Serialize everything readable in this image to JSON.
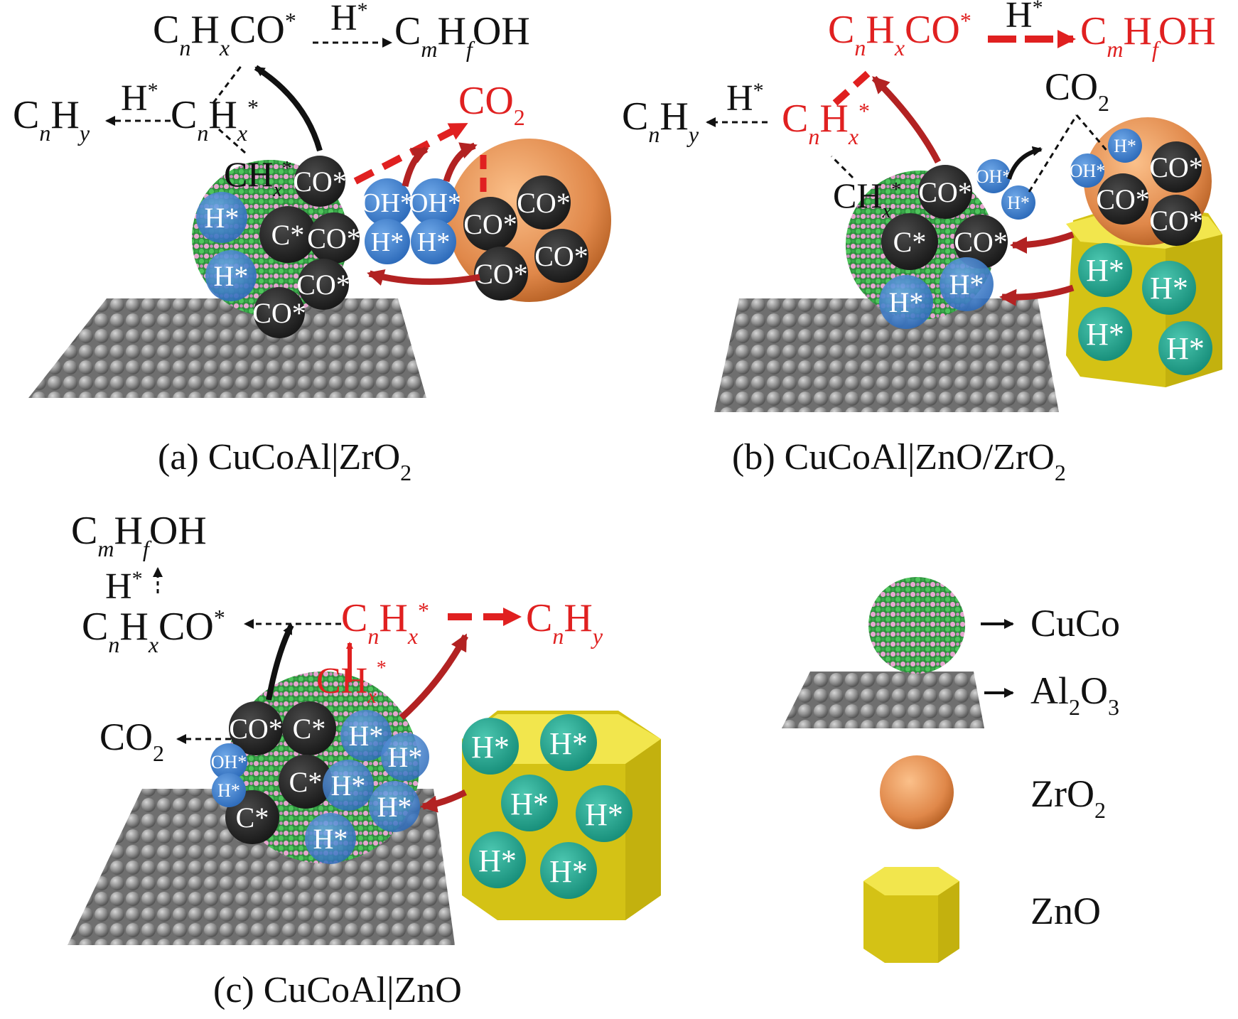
{
  "panels": {
    "a": {
      "caption": "(a) CuCoAl|ZrO",
      "caption_sub": "2",
      "labels": {
        "cnhxco": [
          "C",
          "n",
          "H",
          "x",
          "CO",
          "*"
        ],
        "h_top": [
          "H",
          "*"
        ],
        "cmhfoh": [
          "C",
          "m",
          "H",
          "f",
          "OH"
        ],
        "cnhy": [
          "C",
          "n",
          "H",
          "y"
        ],
        "h_left": [
          "H",
          "*"
        ],
        "cnhx": [
          "C",
          "n",
          "H",
          "x",
          "*"
        ],
        "co2": [
          "CO",
          "2"
        ],
        "chx": [
          "CH",
          "x",
          "*"
        ]
      },
      "cucco_species": [
        "CO*",
        "C*",
        "CO*",
        "CO*",
        "CO*"
      ],
      "cucco_h": [
        "H*",
        "H*"
      ],
      "oh_h": [
        "OH*",
        "OH*",
        "H*",
        "H*"
      ],
      "zro2_species": [
        "CO*",
        "CO*",
        "CO*",
        "CO*"
      ]
    },
    "b": {
      "caption": "(b) CuCoAl|ZnO/ZrO",
      "caption_sub": "2",
      "labels": {
        "cnhxco": [
          "C",
          "n",
          "H",
          "x",
          "CO",
          "*"
        ],
        "h_top": [
          "H",
          "*"
        ],
        "cmhfoh": [
          "C",
          "m",
          "H",
          "f",
          "OH"
        ],
        "cnhy": [
          "C",
          "n",
          "H",
          "y"
        ],
        "h_left": [
          "H",
          "*"
        ],
        "cnhx": [
          "C",
          "n",
          "H",
          "x",
          "*"
        ],
        "co2": [
          "CO",
          "2"
        ],
        "chx": [
          "CH",
          "x",
          "*"
        ]
      },
      "cucco_species": [
        "CO*",
        "C*",
        "CO*"
      ],
      "cucco_h": [
        "H*",
        "H*"
      ],
      "oh_h": [
        "OH*",
        "H*",
        "OH*",
        "H*"
      ],
      "zro2_species": [
        "CO*",
        "CO*",
        "CO*"
      ],
      "zno_h": [
        "H*",
        "H*",
        "H*",
        "H*"
      ]
    },
    "c": {
      "caption": "(c) CuCoAl|ZnO",
      "labels": {
        "cmhfoh": [
          "C",
          "m",
          "H",
          "f",
          "OH"
        ],
        "h_up": [
          "H",
          "*"
        ],
        "cnhxco": [
          "C",
          "n",
          "H",
          "x",
          "CO",
          "*"
        ],
        "cnhx": [
          "C",
          "n",
          "H",
          "x",
          "*"
        ],
        "cnhy": [
          "C",
          "n",
          "H",
          "y"
        ],
        "chx": [
          "CH",
          "x",
          "*"
        ],
        "co2": [
          "CO",
          "2"
        ]
      },
      "cucco_species": [
        "CO*",
        "C*",
        "C*",
        "C*"
      ],
      "cucco_h": [
        "H*",
        "H*",
        "H*",
        "H*",
        "H*"
      ],
      "oh_h": [
        "OH*",
        "H*"
      ],
      "zno_h": [
        "H*",
        "H*",
        "H*",
        "H*",
        "H*",
        "H*"
      ]
    }
  },
  "legend": {
    "cuco": "CuCo",
    "al2o3": [
      "Al",
      "2",
      "O",
      "3"
    ],
    "zro2": [
      "ZrO",
      "2"
    ],
    "zno": "ZnO"
  },
  "colors": {
    "red": "#e02020",
    "dark_red": "#b22222",
    "black": "#111111",
    "adsorbate": "#2b2b2b",
    "h_blue": "#3a7ccc",
    "h_teal": "#1fa08e",
    "zro2": "#e0884a",
    "zno": "#e3d31a",
    "support": "#8c8c8c"
  }
}
